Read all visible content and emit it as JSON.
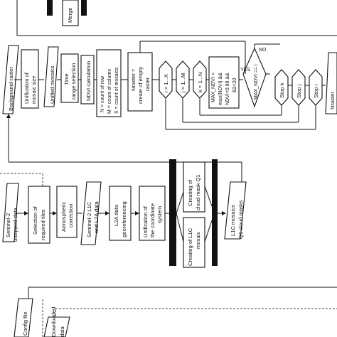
{
  "row_top": {
    "merge_label": "Merge",
    "background_raster": "Background raster",
    "unification": [
      "Unification of",
      "mosaic size"
    ],
    "unified_mosaics": "Unified mosaics",
    "time_range": [
      "Time",
      "range selection"
    ],
    "ndvi_calc": "NDVI calculation",
    "counts": [
      "N = count of row",
      "M = count of column",
      "X = count of mosaics"
    ],
    "nraster_empty": [
      "Nraster =",
      "create of empty",
      "raster"
    ],
    "loop_i": "i = 1...X",
    "loop_j": "j = 1...M",
    "loop_k": "k = 1...N",
    "max_ndvi": [
      "MAX_NDVI =",
      "max(NDVI) &&",
      "NDVI<0.98 &&",
      "B2<20"
    ],
    "condition": "MAX_NDVI == i",
    "yes": "YES",
    "no": "NO",
    "stop_k": "Stop k",
    "stop_j": "Stop j",
    "stop_i": "Stop i",
    "nraster_out": "Nraster"
  },
  "row_mid": {
    "sentinel_unzipped": [
      "Sentinel-2",
      "unzipped data"
    ],
    "selection": [
      "Selection of",
      "required tiles"
    ],
    "atmospheric": [
      "Atmospheric",
      "correction"
    ],
    "sentinel_l1c": [
      "Sentinel-2 L1C",
      "and L2A data"
    ],
    "l2a_georef": [
      "L2A data",
      "georeferencing"
    ],
    "unification_coord": [
      "Unification of",
      "the coordinate",
      "system"
    ],
    "cloud_mask": [
      "Creating of",
      "cloud mask Q1"
    ],
    "l1c_mosaic": [
      "Creating of L1C",
      "mosaic"
    ],
    "l1c_out": [
      "L1C mosaics",
      "Q1 cloud masks"
    ]
  },
  "row_bot": {
    "config_file": "Config file",
    "downloaded": [
      "Downloaded",
      "data"
    ]
  }
}
